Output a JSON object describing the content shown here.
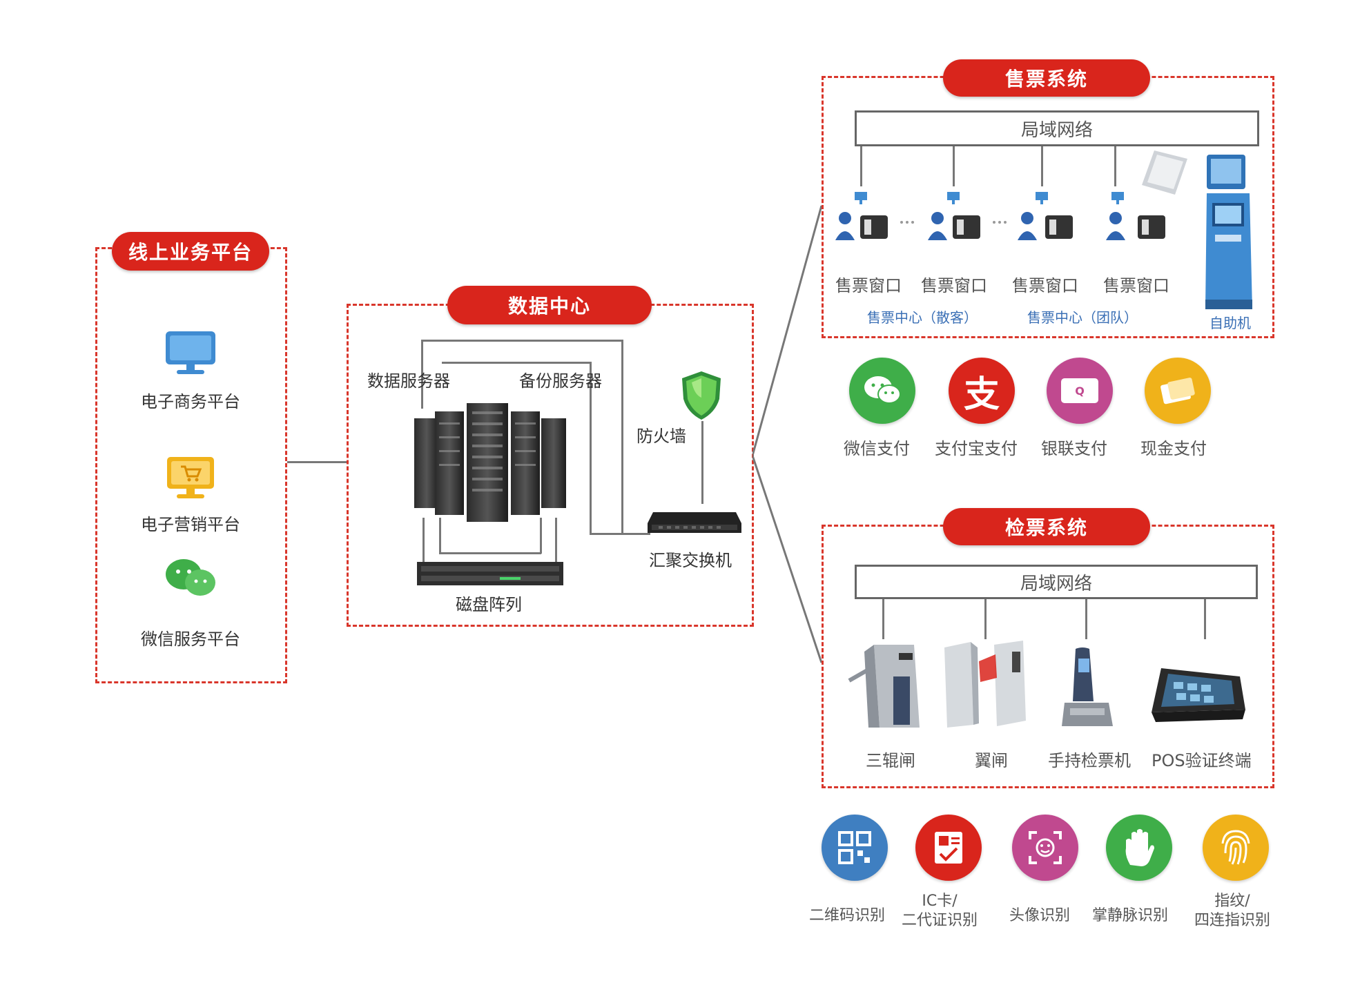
{
  "online": {
    "title": "线上业务平台",
    "items": [
      "电子商务平台",
      "电子营销平台",
      "微信服务平台"
    ]
  },
  "datacenter": {
    "title": "数据中心",
    "data_server": "数据服务器",
    "backup_server": "备份服务器",
    "firewall": "防火墙",
    "switch": "汇聚交换机",
    "disk_array": "磁盘阵列"
  },
  "ticketing": {
    "title": "售票系统",
    "lan": "局域网络",
    "windows": [
      "售票窗口",
      "售票窗口",
      "售票窗口",
      "售票窗口"
    ],
    "center_individual": "售票中心（散客）",
    "center_group": "售票中心（团队）",
    "kiosk": "自助机"
  },
  "payments": [
    "微信支付",
    "支付宝支付",
    "银联支付",
    "现金支付"
  ],
  "checking": {
    "title": "检票系统",
    "lan": "局域网络",
    "devices": [
      "三辊闸",
      "翼闸",
      "手持检票机",
      "POS验证终端"
    ]
  },
  "identification": [
    "二维码识别",
    "IC卡/\n二代证识别",
    "头像识别",
    "掌静脉识别",
    "指纹/\n四连指识别"
  ],
  "colors": {
    "accent_red": "#d9251c",
    "wechat_green": "#3fae49",
    "alipay_red": "#d9251c",
    "unionpay_pink": "#c0498f",
    "cash_yellow": "#f0b21a",
    "qr_blue": "#3f7fc1"
  }
}
